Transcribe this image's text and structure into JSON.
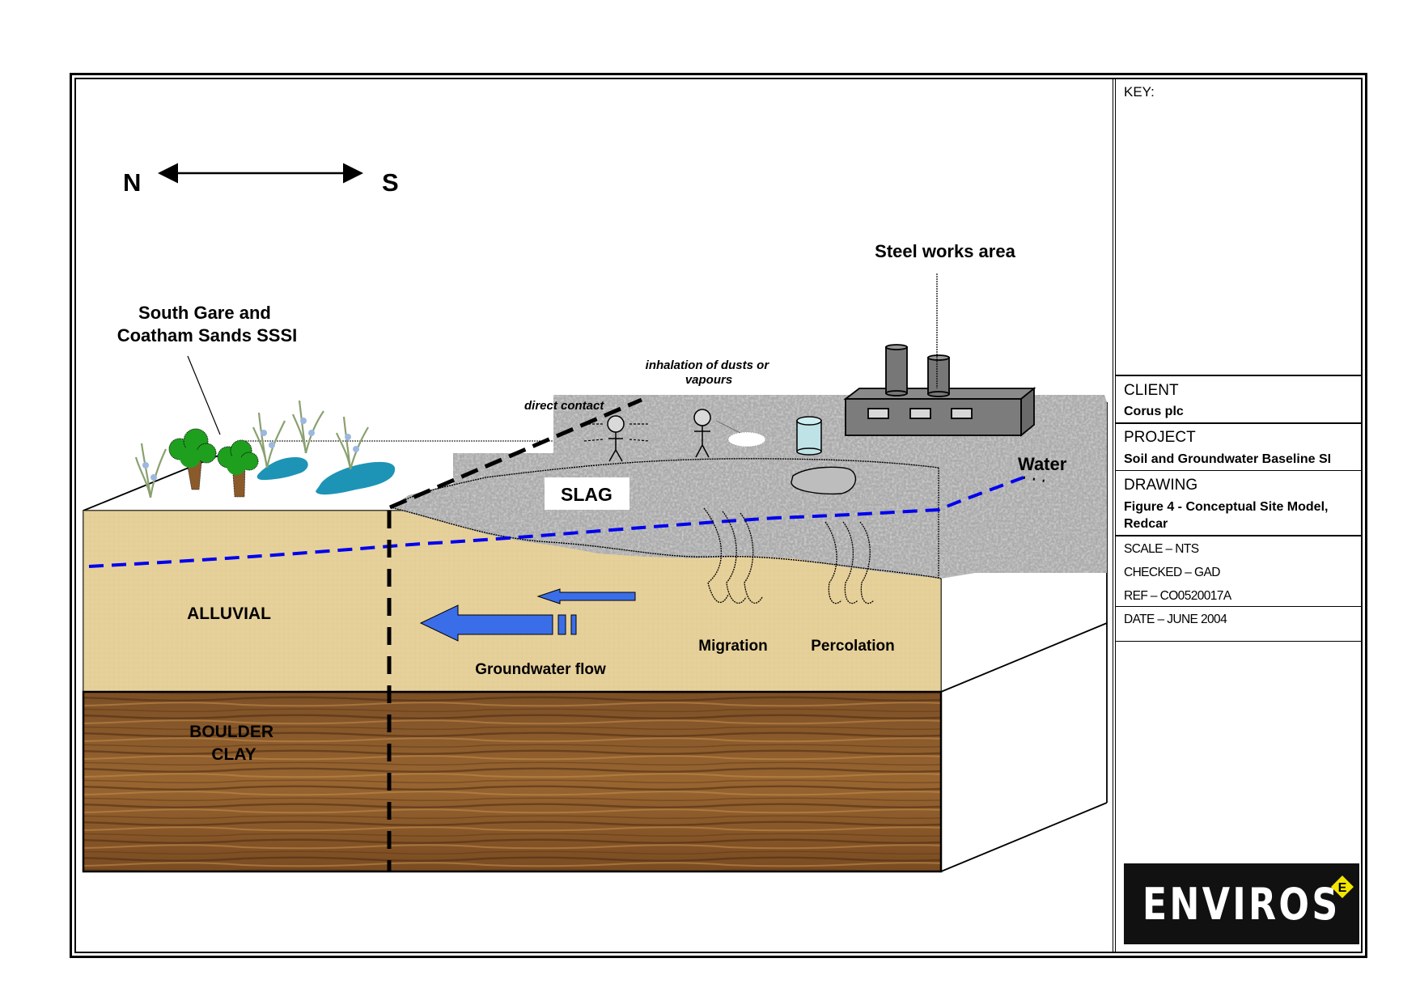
{
  "drawing": {
    "orientation": {
      "left": "N",
      "right": "S"
    },
    "labels": {
      "sssi_line1": "South Gare and",
      "sssi_line2": "Coatham Sands SSSI",
      "steel_works": "Steel works area",
      "inhalation_line1": "inhalation of dusts or",
      "inhalation_line2": "vapours",
      "direct_contact": "direct contact",
      "slag": "SLAG",
      "water": "Water",
      "alluvial": "ALLUVIAL",
      "boulder_line1": "BOULDER",
      "boulder_line2": "CLAY",
      "groundwater_flow": "Groundwater flow",
      "migration": "Migration",
      "percolation": "Percolation"
    },
    "icons": [
      "double-arrow-icon",
      "tree-icon",
      "reed-plant-icon",
      "pond-icon",
      "person-icon",
      "dust-cloud-icon",
      "drum-icon",
      "factory-icon",
      "chimney-icon",
      "groundwater-arrow-icon"
    ],
    "colors": {
      "alluvial": "#e6cf98",
      "boulder_clay": "#8a5a2b",
      "slag": "#a9a9a9",
      "water_table": "#0000ee",
      "flow_arrow": "#3a6ee8",
      "pond": "#1d94b6",
      "tree": "#1e9e1e",
      "factory": "#7a7a7a"
    }
  },
  "title_block": {
    "key_label": "KEY:",
    "client_label": "CLIENT",
    "client_value": "Corus plc",
    "project_label": "PROJECT",
    "project_value": "Soil and Groundwater Baseline SI",
    "drawing_label": "DRAWING",
    "drawing_value_line1": "Figure 4 - Conceptual Site Model,",
    "drawing_value_line2": "Redcar",
    "scale": "SCALE – NTS",
    "checked": "CHECKED – GAD",
    "ref": "REF – CO0520017A",
    "date": "DATE – JUNE 2004",
    "logo_text": "ENVIROS",
    "logo_badge": "E"
  }
}
